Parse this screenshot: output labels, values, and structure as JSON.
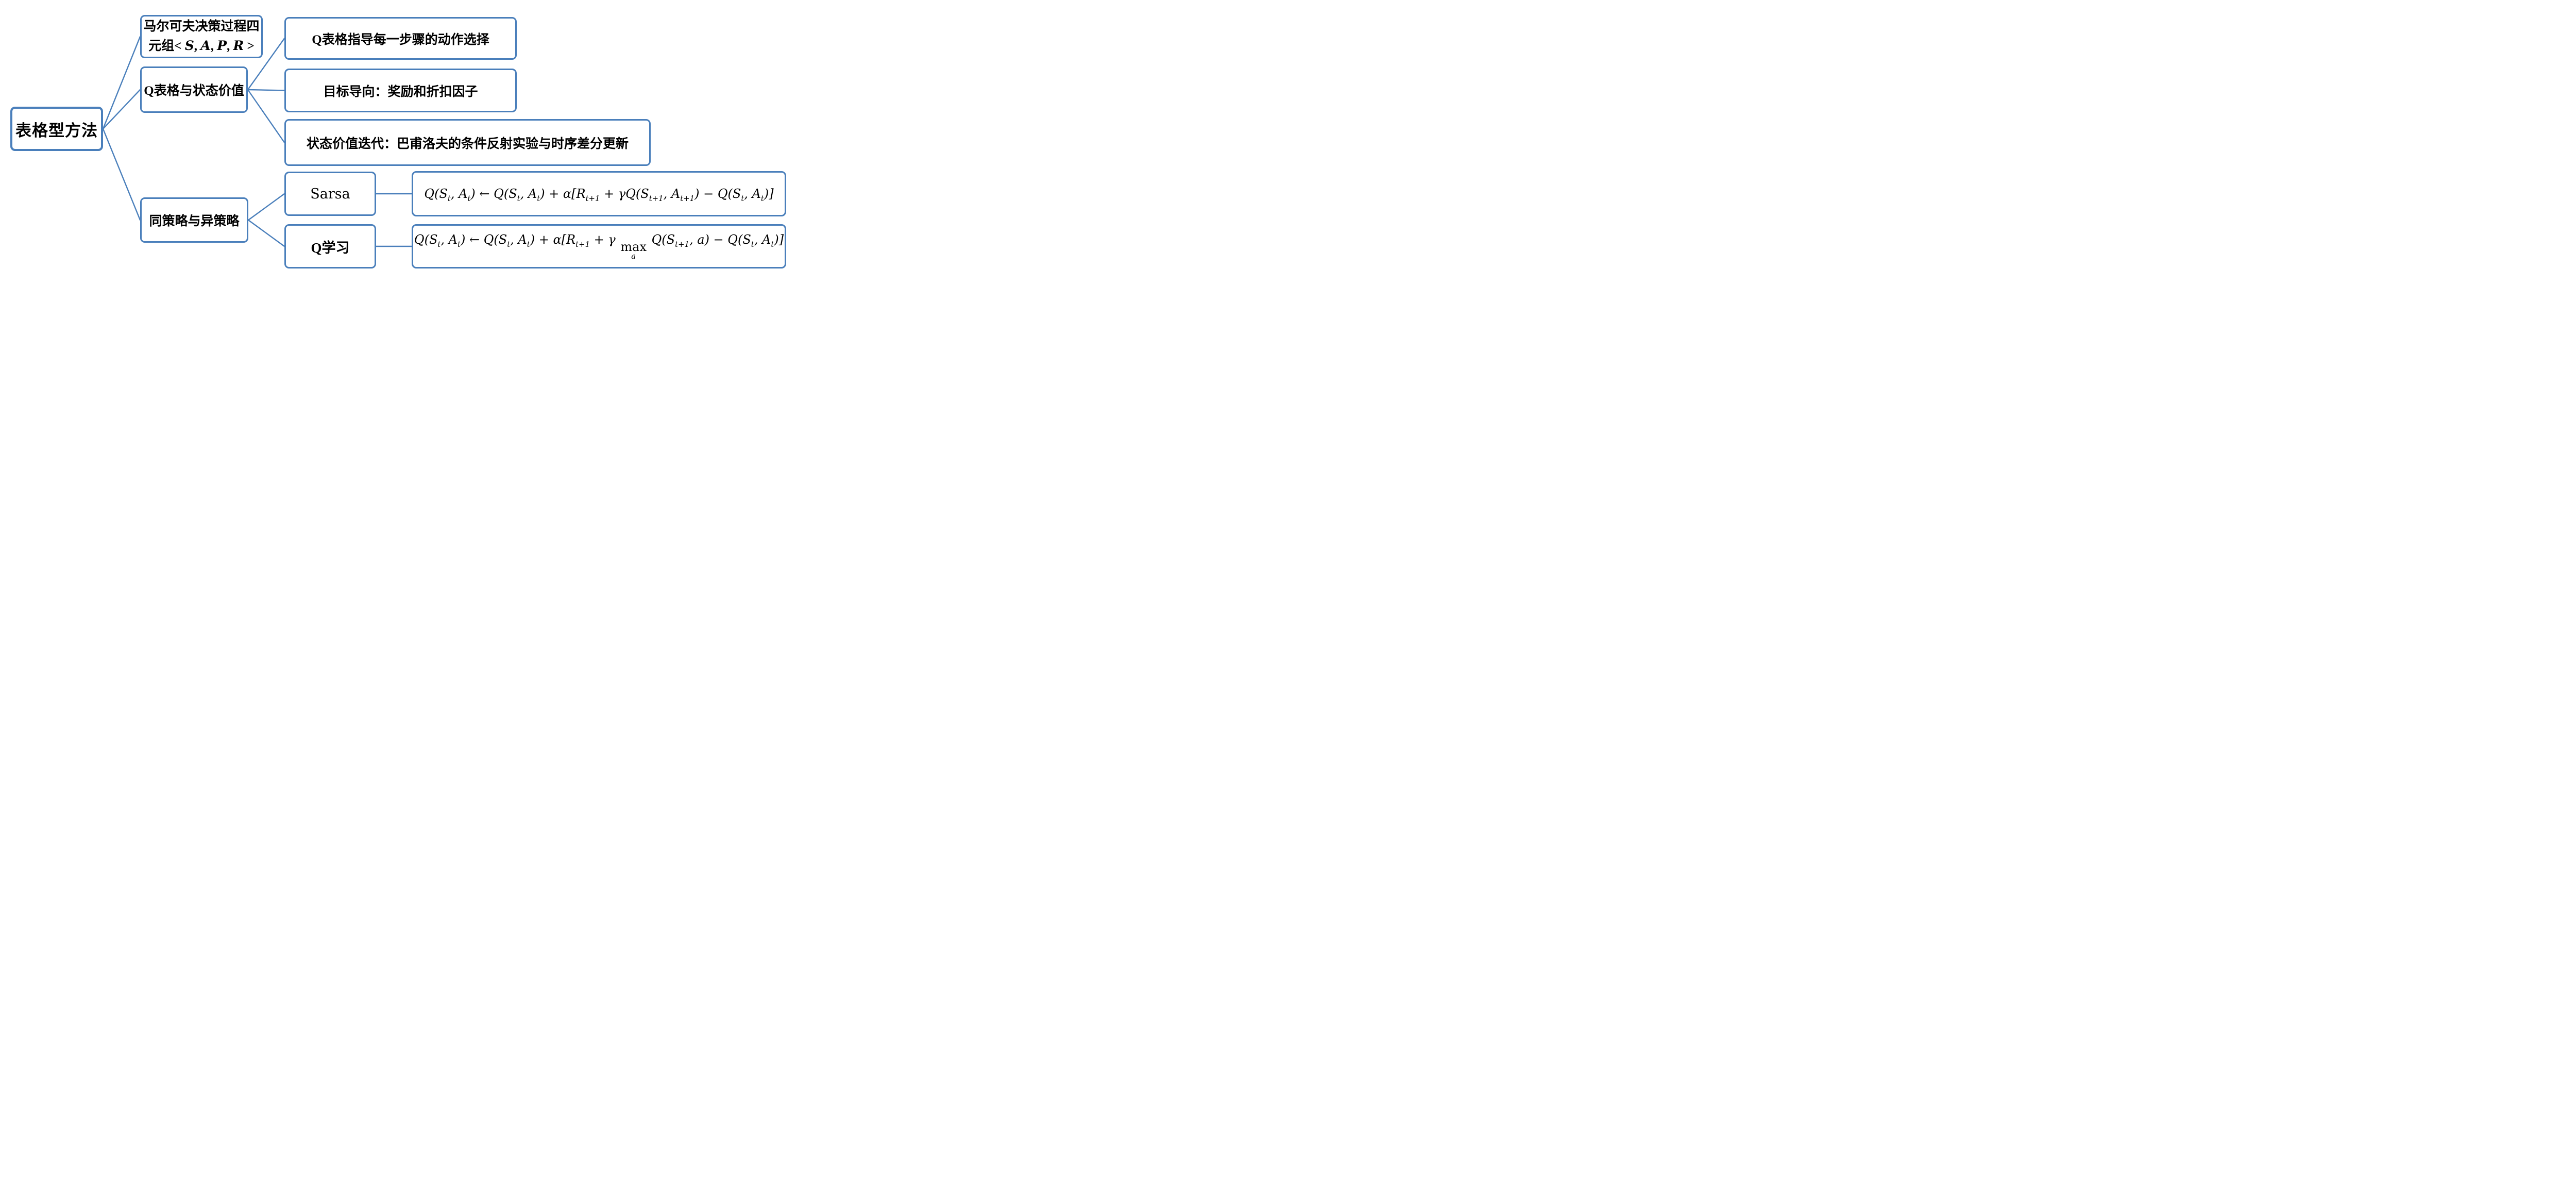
{
  "colors": {
    "accent_blue": "#4a7fbb",
    "text": "#000000",
    "background": "#ffffff"
  },
  "root": {
    "label": "表格型方法"
  },
  "mdp": {
    "line1": "马尔可夫决策过程四",
    "line2": "元组< \\it{S}, \\it{A}, \\it{P}, \\it{R} >"
  },
  "qtable": {
    "label": "Q表格与状态价值",
    "children": [
      {
        "label": "Q表格指导每一步骤的动作选择"
      },
      {
        "label": "目标导向：奖励和折扣因子"
      },
      {
        "label": "状态价值迭代：巴甫洛夫的条件反射实验与时序差分更新"
      }
    ]
  },
  "policy": {
    "label": "同策略与异策略",
    "children": [
      {
        "label": "Sarsa",
        "formula": "Q(S_{t}, A_{t}) ← Q(S_{t}, A_{t}) + α[R_{t+1} + γQ(S_{t+1}, A_{t+1}) − Q(S_{t}, A_{t})]"
      },
      {
        "label": "Q学习",
        "formula": "Q(S_{t}, A_{t}) ← Q(S_{t}, A_{t}) + α[R_{t+1} + γ \\max{a} Q(S_{t+1}, a) − Q(S_{t}, A_{t})]"
      }
    ]
  }
}
